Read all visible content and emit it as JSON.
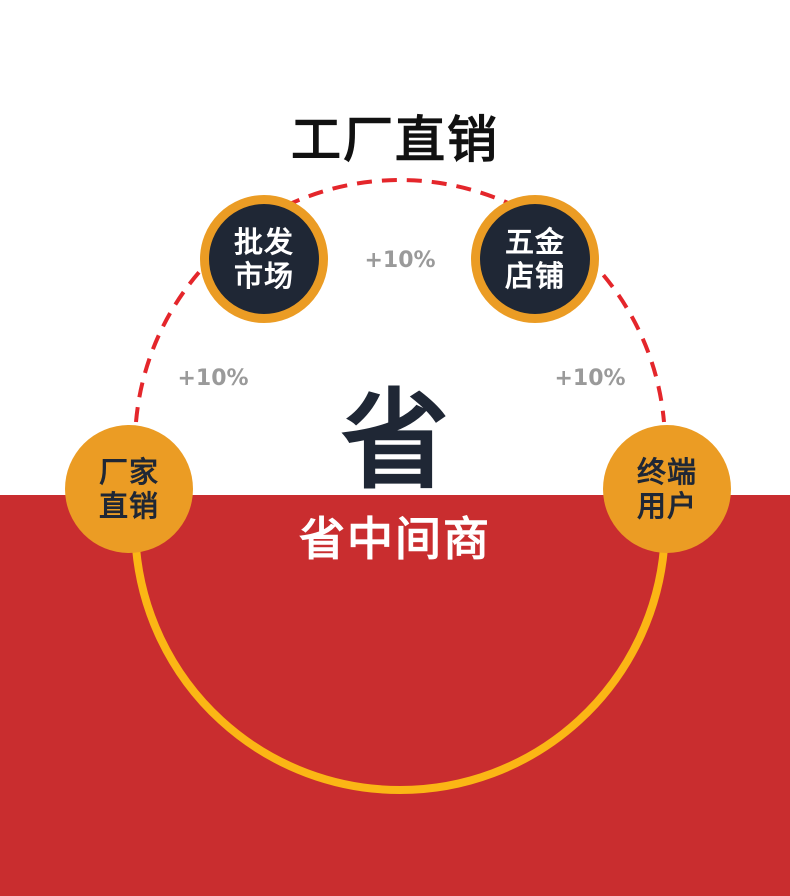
{
  "title": "工厂直销",
  "center": {
    "big_char": "省",
    "subtitle": "省中间商"
  },
  "nodes": [
    {
      "id": "factory",
      "line1": "厂家",
      "line2": "直销",
      "style": "gold"
    },
    {
      "id": "wholesale",
      "line1": "批发",
      "line2": "市场",
      "style": "dark"
    },
    {
      "id": "hardware",
      "line1": "五金",
      "line2": "店铺",
      "style": "dark"
    },
    {
      "id": "enduser",
      "line1": "终端",
      "line2": "用户",
      "style": "gold"
    }
  ],
  "markups": [
    "+10%",
    "+10%",
    "+10%"
  ],
  "colors": {
    "red": "#c92d2f",
    "gold": "#eb9c24",
    "navy": "#1f2735",
    "dash": "#e4262b",
    "arc": "#fbb615"
  }
}
